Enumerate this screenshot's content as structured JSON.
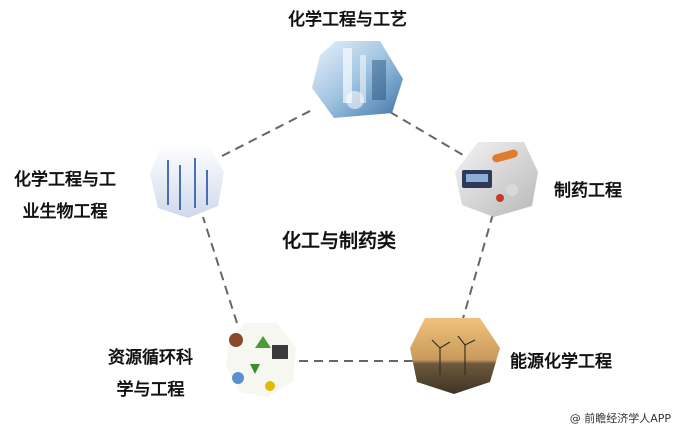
{
  "center_title": "化工与制药类",
  "nodes": [
    {
      "id": "top",
      "label": "化学工程与工艺",
      "image": "lab-glassware-photo"
    },
    {
      "id": "right",
      "label": "制药工程",
      "image": "pills-syringe-photo"
    },
    {
      "id": "bottom-right",
      "label": "能源化学工程",
      "image": "wind-turbines-photo"
    },
    {
      "id": "bottom-left",
      "label_lines": [
        "资源循环科",
        "学与工程"
      ],
      "image": "recycling-icons-photo"
    },
    {
      "id": "left",
      "label_lines": [
        "化学工程与工",
        "业生物工程"
      ],
      "image": "test-tubes-photo"
    }
  ],
  "edge_style": "dashed",
  "watermark": "@ 前瞻经济学人APP"
}
